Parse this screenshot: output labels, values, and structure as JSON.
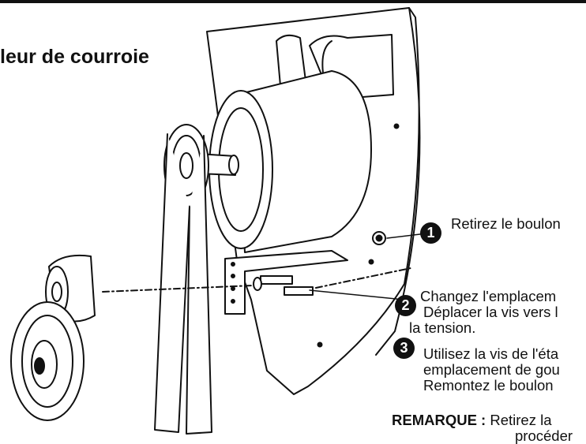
{
  "title": "leur de courroie",
  "steps": [
    {
      "number": "1",
      "lines": [
        "Retirez le boulon"
      ]
    },
    {
      "number": "2",
      "lines": [
        "Changez l'emplacem",
        "Déplacer la vis vers l",
        "la tension."
      ]
    },
    {
      "number": "3",
      "lines": [
        "Utilisez la vis de l'éta",
        "emplacement de gou",
        "Remontez le boulon"
      ]
    }
  ],
  "note": {
    "label": "REMARQUE :",
    "lines": [
      "Retirez la",
      "procéder"
    ]
  },
  "colors": {
    "ink": "#111111",
    "paper": "#ffffff"
  }
}
